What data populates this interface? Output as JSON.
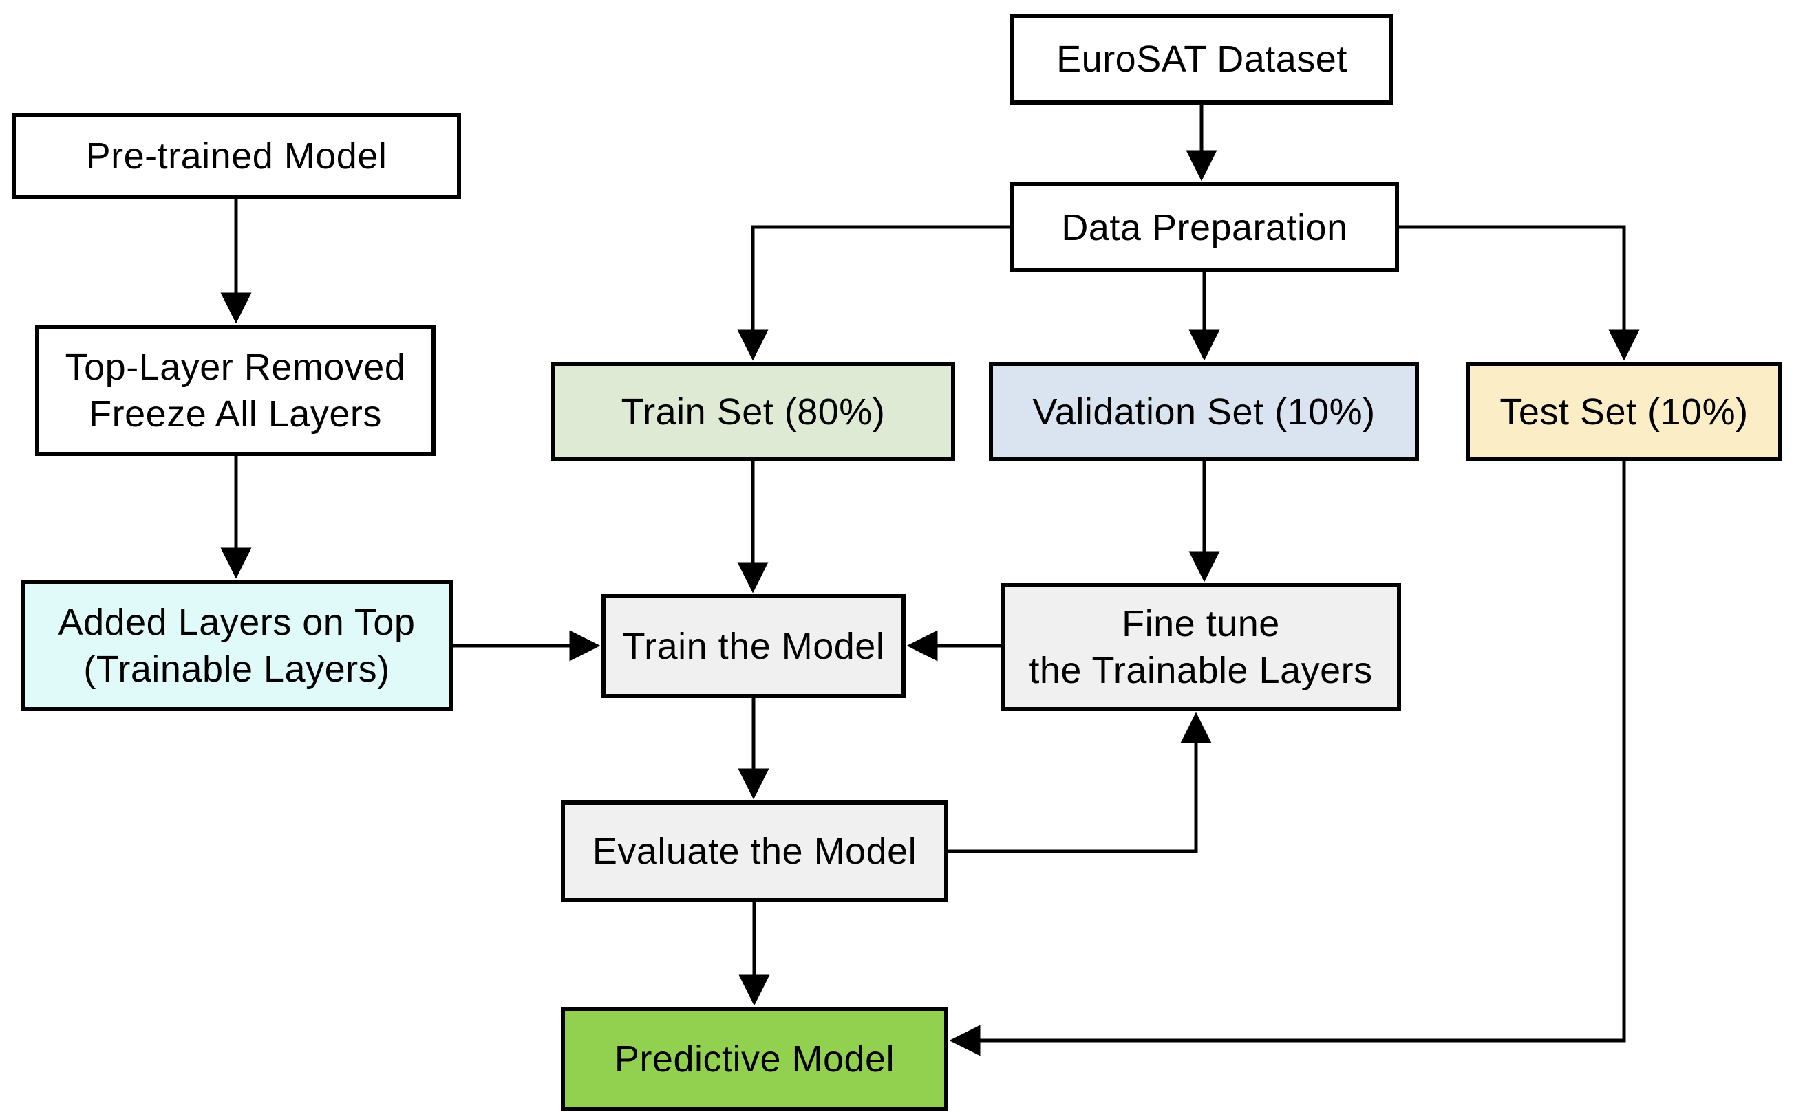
{
  "diagram": {
    "nodes": {
      "eurosat": {
        "label": "EuroSAT Dataset"
      },
      "pretrained": {
        "label": "Pre-trained Model"
      },
      "dataprep": {
        "label": "Data Preparation"
      },
      "trainset": {
        "label": "Train Set (80%)"
      },
      "valset": {
        "label": "Validation Set (10%)"
      },
      "testset": {
        "label": "Test Set (10%)"
      },
      "toplayer": {
        "line1": "Top-Layer Removed",
        "line2": "Freeze All Layers"
      },
      "addedlayers": {
        "line1": "Added Layers on Top",
        "line2": "(Trainable Layers)"
      },
      "trainmodel": {
        "label": "Train the Model"
      },
      "finetune": {
        "line1": "Fine tune",
        "line2": "the Trainable Layers"
      },
      "evaluate": {
        "label": "Evaluate the Model"
      },
      "predictive": {
        "label": "Predictive Model"
      }
    },
    "edges": [
      {
        "from": "eurosat",
        "to": "dataprep"
      },
      {
        "from": "pretrained",
        "to": "toplayer"
      },
      {
        "from": "toplayer",
        "to": "addedlayers"
      },
      {
        "from": "dataprep",
        "to": "trainset"
      },
      {
        "from": "dataprep",
        "to": "valset"
      },
      {
        "from": "dataprep",
        "to": "testset"
      },
      {
        "from": "trainset",
        "to": "trainmodel"
      },
      {
        "from": "valset",
        "to": "finetune"
      },
      {
        "from": "addedlayers",
        "to": "trainmodel"
      },
      {
        "from": "finetune",
        "to": "trainmodel"
      },
      {
        "from": "trainmodel",
        "to": "evaluate"
      },
      {
        "from": "evaluate",
        "to": "finetune"
      },
      {
        "from": "evaluate",
        "to": "predictive"
      },
      {
        "from": "testset",
        "to": "predictive"
      }
    ],
    "colors": {
      "white_box": "#ffffff",
      "train_set_green": "#deead3",
      "validation_set_blue": "#dae3f0",
      "test_set_yellow": "#fbeec7",
      "added_layers_cyan": "#e0f9f9",
      "process_gray": "#f0f0f0",
      "predictive_green": "#92d050",
      "line_black": "#000000"
    }
  }
}
